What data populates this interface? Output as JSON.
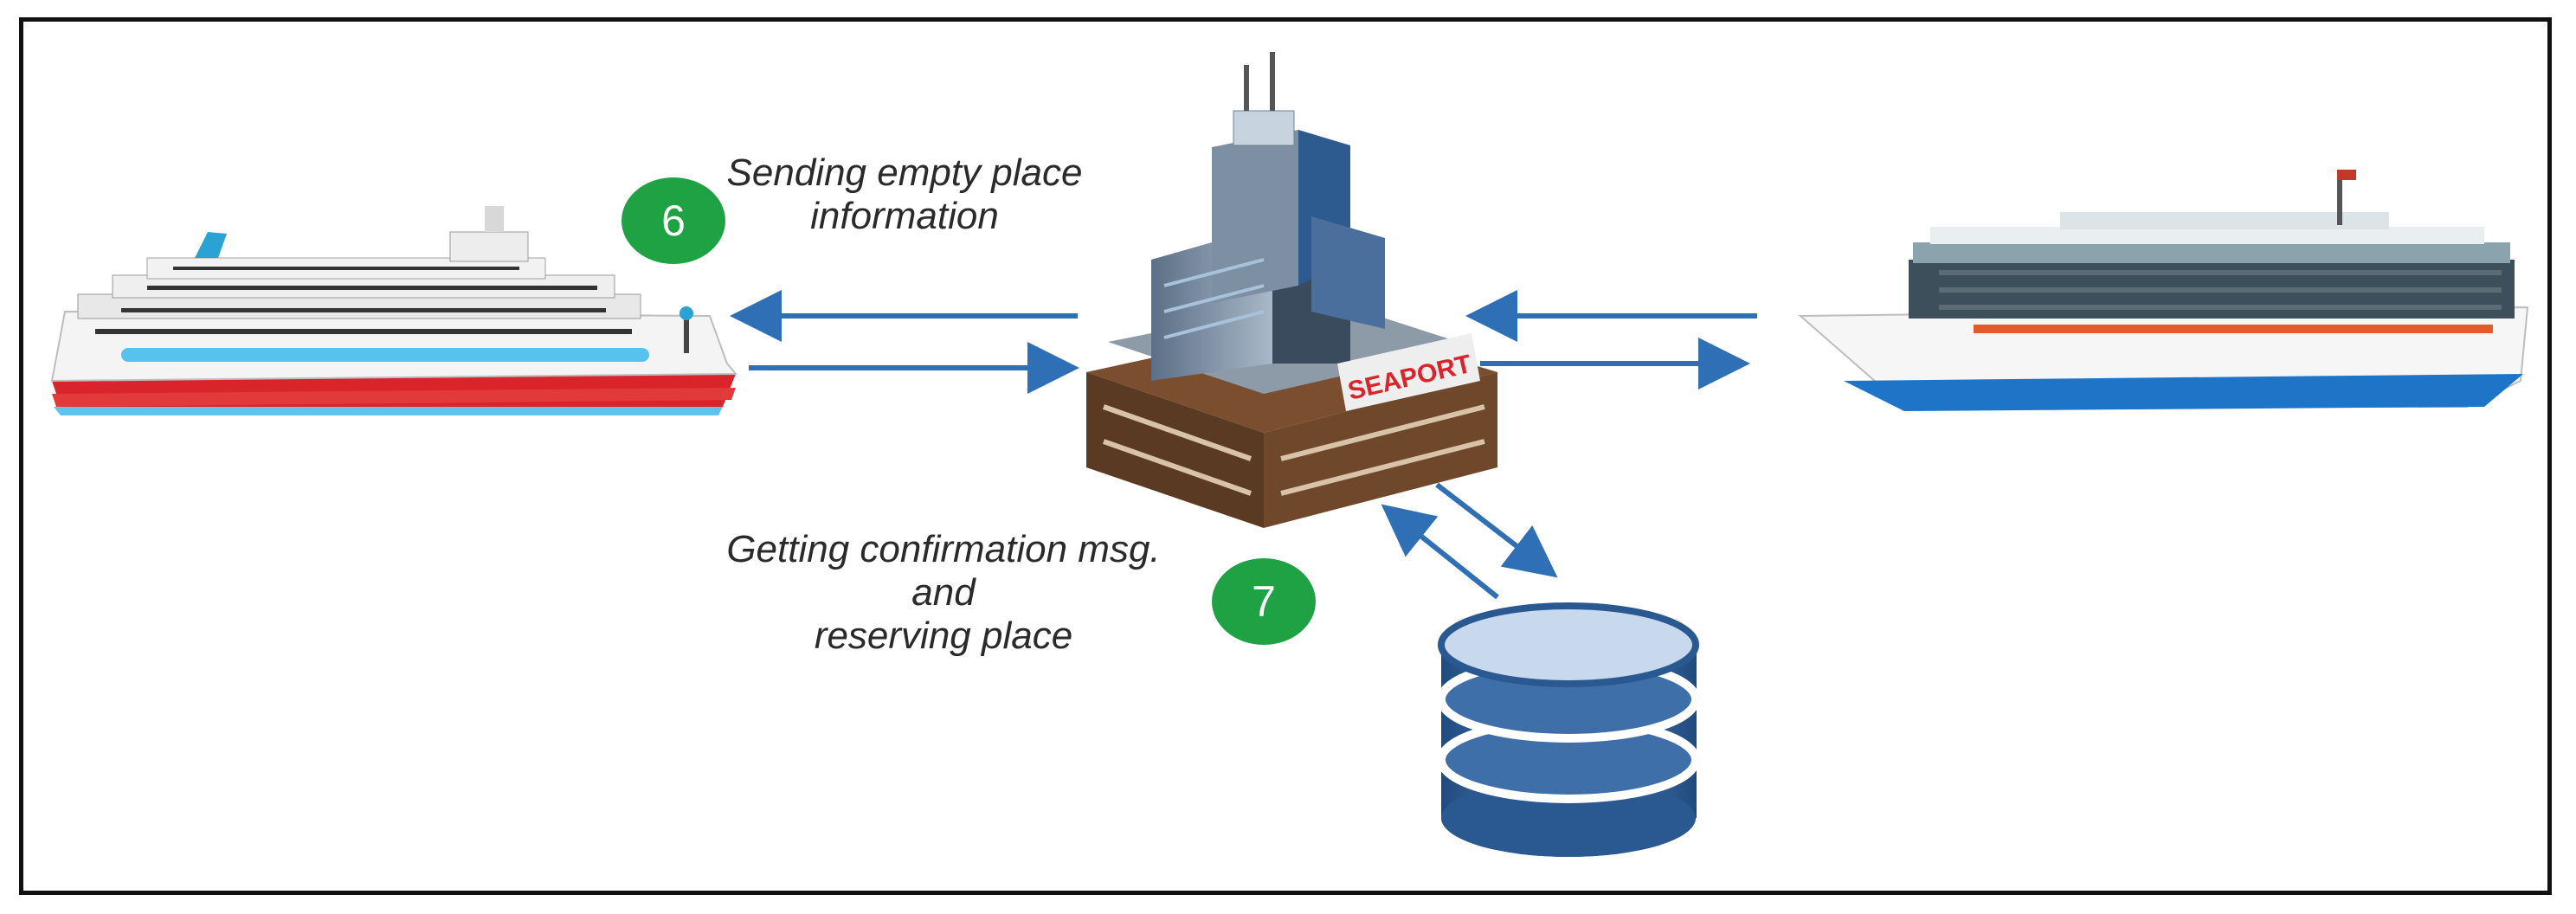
{
  "steps": [
    {
      "number": "6",
      "label_lines": [
        "Sending empty place",
        "information"
      ]
    },
    {
      "number": "7",
      "label_lines": [
        "Getting confirmation msg.",
        "and",
        "reserving place"
      ]
    }
  ],
  "building": {
    "sign": "SEAPORT"
  },
  "colors": {
    "arrow": "#2e6fb5",
    "badge": "#1fa243",
    "ship_hull_red": "#d9242b",
    "ship_waterline_blue": "#1e74c6",
    "database": "#3f6fa8"
  }
}
